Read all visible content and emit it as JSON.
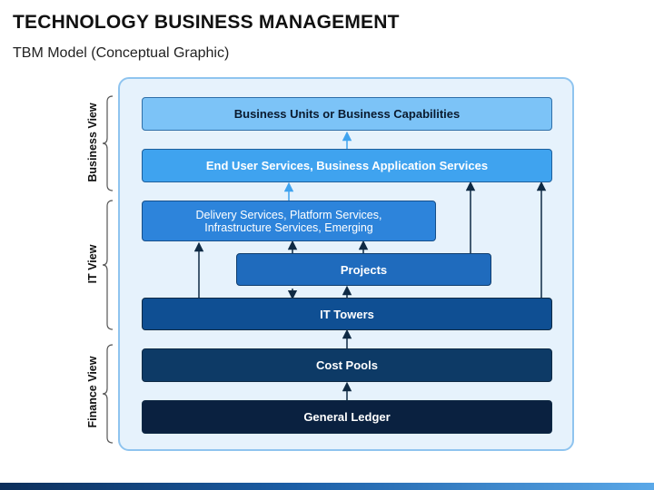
{
  "header": {
    "title": "TECHNOLOGY BUSINESS MANAGEMENT",
    "subtitle": "TBM Model (Conceptual Graphic)"
  },
  "views": {
    "business": "Business View",
    "it": "IT View",
    "finance": "Finance View"
  },
  "layers": {
    "business_units": "Business Units or Business Capabilities",
    "end_user_services": "End User Services, Business Application Services",
    "delivery_line1": "Delivery Services, Platform Services,",
    "delivery_line2": "Infrastructure Services, Emerging",
    "projects": "Projects",
    "it_towers": "IT Towers",
    "cost_pools": "Cost Pools",
    "general_ledger": "General Ledger"
  },
  "colors": {
    "business_units": "#7cc3f7",
    "end_user_services": "#3fa3ef",
    "delivery": "#2d84db",
    "projects": "#1f6bbd",
    "it_towers": "#0f4f93",
    "cost_pools": "#0d3a66",
    "general_ledger": "#0a2140",
    "frame": "#e6f2fc"
  }
}
